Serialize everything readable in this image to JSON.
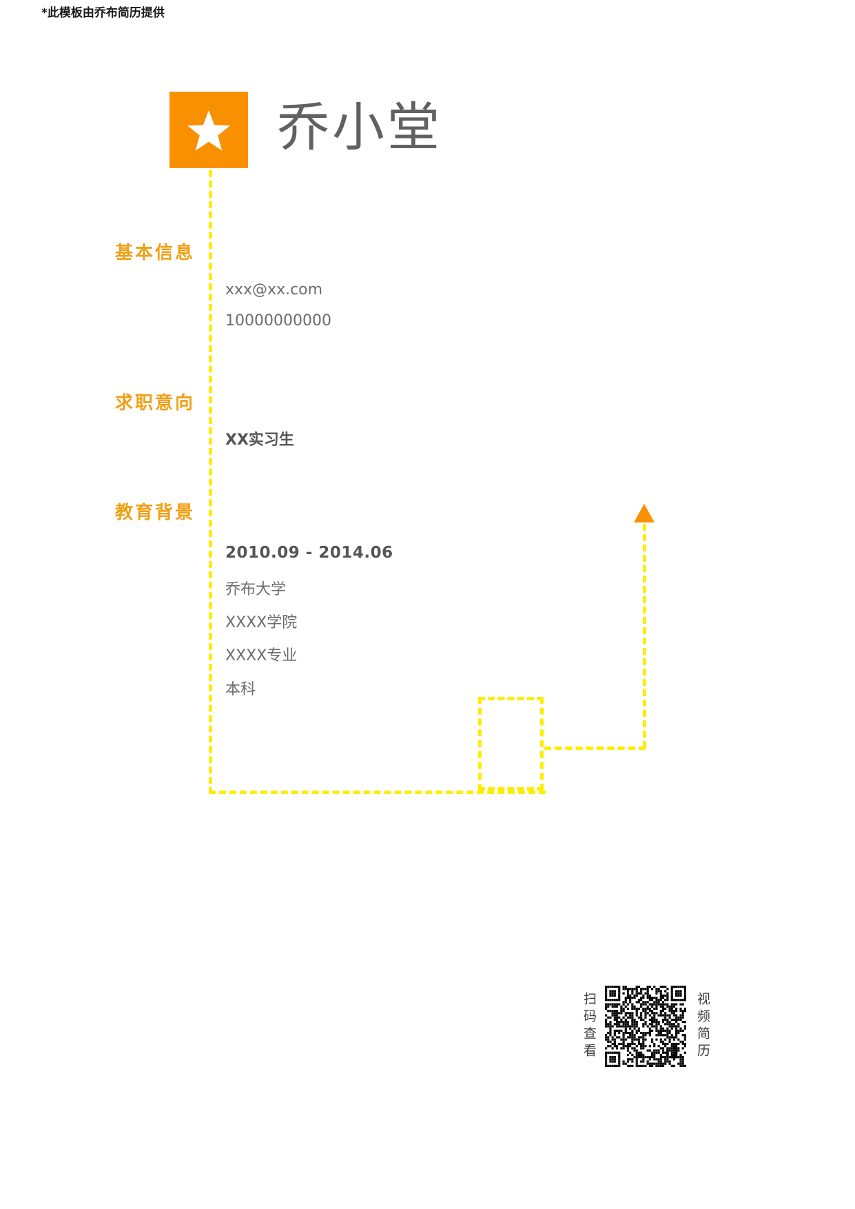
{
  "document": {
    "watermark_note": "*此模板由乔布简历提供"
  },
  "header": {
    "logo_icon": "star-icon",
    "logo_background": "#F99000",
    "name": "乔小堂"
  },
  "sections": [
    {
      "id": "basic-info",
      "title": "基本信息",
      "lines": [
        {
          "id": "email",
          "text": "xxx@xx.com",
          "bold": false
        },
        {
          "id": "phone",
          "text": "10000000000",
          "bold": false
        }
      ]
    },
    {
      "id": "job-intention",
      "title": "求职意向",
      "lines": [
        {
          "id": "position",
          "text": "XX实习生",
          "bold": true
        }
      ]
    },
    {
      "id": "education",
      "title": "教育背景",
      "lines": [
        {
          "id": "date-range",
          "text": "2010.09 - 2014.06",
          "bold": true
        },
        {
          "id": "university",
          "text": "乔布大学",
          "bold": false
        },
        {
          "id": "college",
          "text": "XXXX学院",
          "bold": false
        },
        {
          "id": "major",
          "text": "XXXX专业",
          "bold": false
        },
        {
          "id": "degree",
          "text": "本科",
          "bold": false
        }
      ]
    }
  ],
  "fields": {
    "email": "xxx@xx.com",
    "phone": "10000000000",
    "position": "XX实习生",
    "date_range": "2010.09 - 2014.06",
    "university": "乔布大学",
    "college": "XXXX学院",
    "major": "XXXX专业",
    "degree": "本科"
  },
  "section_titles": {
    "basic_info": "基本信息",
    "job_intention": "求职意向",
    "education": "教育背景"
  },
  "footer": {
    "scan_label": "扫码查看",
    "video_label": "视频简历",
    "qr_icon": "qr-code-icon"
  },
  "colors": {
    "orange": "#F99000",
    "title_orange": "#F0A017",
    "dash_yellow": "#FFED00",
    "body_gray": "#6B6B6B",
    "name_gray": "#616161"
  }
}
